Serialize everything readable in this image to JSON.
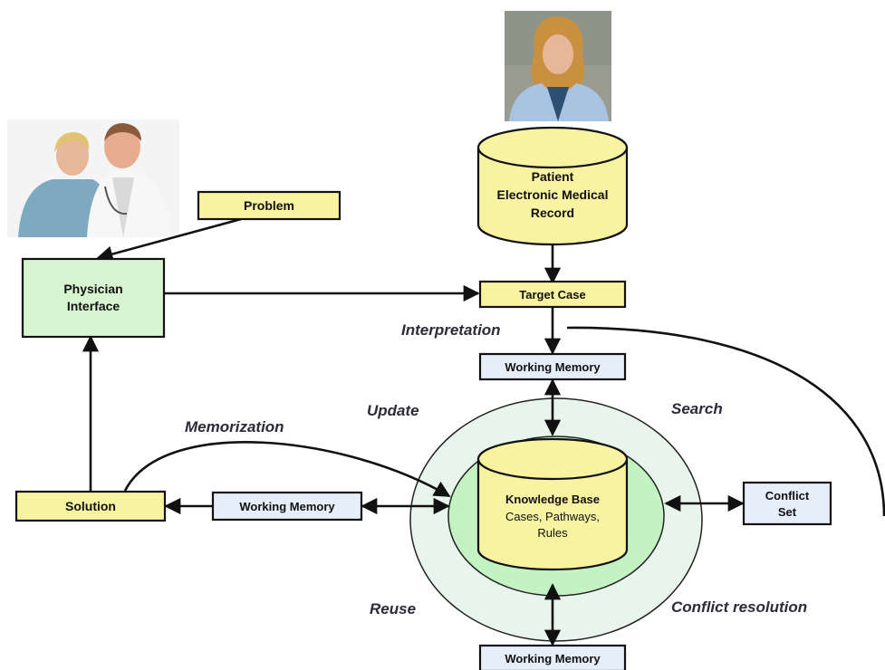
{
  "colors": {
    "yellow_box": "#f8f3a0",
    "green_box": "#d8f5d2",
    "blue_box": "#e6eefa",
    "outer_ring": "#e8f5ec",
    "inner_ring": "#c3f3c3",
    "line": "#111111"
  },
  "photos": {
    "patient": "patient-photo",
    "physicians": "physicians-photo"
  },
  "nodes": {
    "problem": "Problem",
    "physician_interface": [
      "Physician",
      "Interface"
    ],
    "patient_emr": [
      "Patient",
      "Electronic Medical",
      "Record"
    ],
    "target_case": "Target Case",
    "working_memory_top": "Working Memory",
    "working_memory_left": "Working Memory",
    "working_memory_bottom": "Working Memory",
    "solution": "Solution",
    "knowledge_base": {
      "title": "Knowledge Base",
      "sub": [
        "Cases, Pathways,",
        "Rules"
      ]
    },
    "conflict_set": [
      "Conflict",
      "Set"
    ]
  },
  "labels": {
    "interpretation": "Interpretation",
    "update": "Update",
    "search": "Search",
    "memorization": "Memorization",
    "reuse": "Reuse",
    "conflict_resolution": "Conflict resolution"
  }
}
